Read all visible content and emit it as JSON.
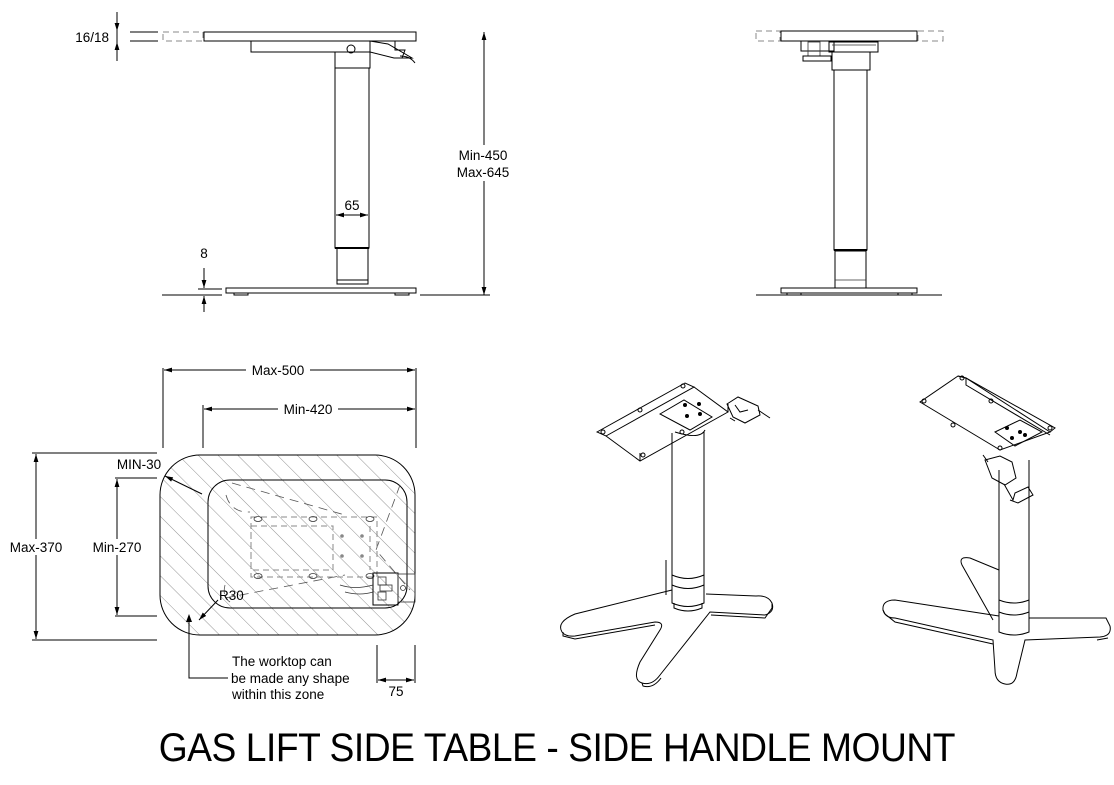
{
  "title": "GAS LIFT SIDE TABLE - SIDE HANDLE MOUNT",
  "side_elevation": {
    "top_thickness_label": "16/18",
    "height_min_label": "Min-450",
    "height_max_label": "Max-645",
    "column_width_label": "65",
    "base_thickness_label": "8"
  },
  "front_elevation": {},
  "plan_view": {
    "max_width_label": "Max-500",
    "min_width_label": "Min-420",
    "max_depth_label": "Max-370",
    "min_depth_label": "Min-270",
    "offset_label": "MIN-30",
    "radius_label": "R30",
    "handle_clearance_label": "75",
    "note_line1": "The worktop can",
    "note_line2": "be made any shape",
    "note_line3": "within this zone"
  },
  "isometric_views": [
    "isometric-front-left",
    "isometric-rear-right"
  ]
}
